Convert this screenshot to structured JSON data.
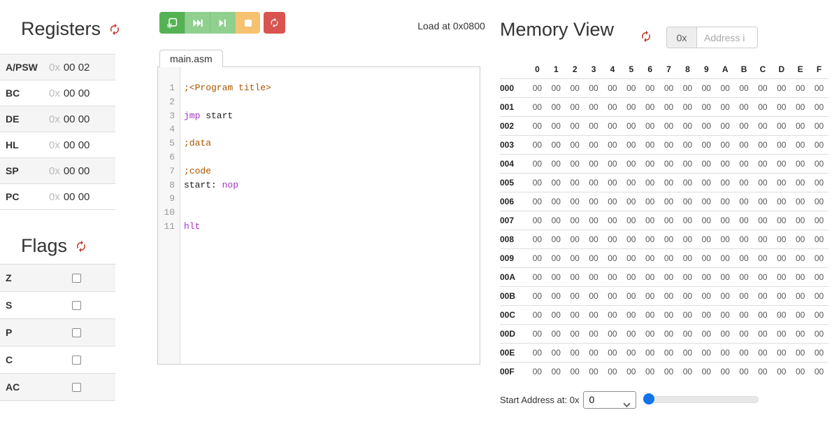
{
  "registers": {
    "title": "Registers",
    "prefix": "0x",
    "items": [
      {
        "name": "A/PSW",
        "value": "00 02"
      },
      {
        "name": "BC",
        "value": "00 00"
      },
      {
        "name": "DE",
        "value": "00 00"
      },
      {
        "name": "HL",
        "value": "00 00"
      },
      {
        "name": "SP",
        "value": "00 00"
      },
      {
        "name": "PC",
        "value": "00 00"
      }
    ]
  },
  "flags": {
    "title": "Flags",
    "items": [
      {
        "name": "Z",
        "checked": false
      },
      {
        "name": "S",
        "checked": false
      },
      {
        "name": "P",
        "checked": false
      },
      {
        "name": "C",
        "checked": false
      },
      {
        "name": "AC",
        "checked": false
      }
    ]
  },
  "toolbar": {
    "load_at_label": "Load at 0x0800",
    "buttons": [
      {
        "name": "assemble-and-run",
        "icon": "chip-gear-icon",
        "color": "#54b254",
        "grouped": true
      },
      {
        "name": "run-to-end",
        "icon": "fast-forward-icon",
        "color": "#8fd08f",
        "grouped": true
      },
      {
        "name": "step-next",
        "icon": "step-forward-icon",
        "color": "#8fd08f",
        "grouped": true
      },
      {
        "name": "stop",
        "icon": "stop-icon",
        "color": "#f5c271",
        "grouped": true
      },
      {
        "name": "reset",
        "icon": "refresh-icon",
        "color": "#d9534f",
        "grouped": false
      }
    ]
  },
  "editor": {
    "tab_label": "main.asm",
    "lines": [
      {
        "num": "1",
        "tokens": [
          {
            "type": "comment",
            "text": ";<Program title>"
          }
        ]
      },
      {
        "num": "2",
        "tokens": []
      },
      {
        "num": "3",
        "tokens": [
          {
            "type": "keyword",
            "text": "jmp"
          },
          {
            "type": "plain",
            "text": " start"
          }
        ]
      },
      {
        "num": "4",
        "tokens": []
      },
      {
        "num": "5",
        "tokens": [
          {
            "type": "comment",
            "text": ";data"
          }
        ]
      },
      {
        "num": "6",
        "tokens": []
      },
      {
        "num": "7",
        "tokens": [
          {
            "type": "comment",
            "text": ";code"
          }
        ]
      },
      {
        "num": "8",
        "tokens": [
          {
            "type": "plain",
            "text": "start: "
          },
          {
            "type": "keyword",
            "text": "nop"
          }
        ]
      },
      {
        "num": "9",
        "tokens": []
      },
      {
        "num": "10",
        "tokens": []
      },
      {
        "num": "11",
        "tokens": [
          {
            "type": "keyword",
            "text": "hlt"
          }
        ]
      }
    ]
  },
  "memory": {
    "title": "Memory View",
    "address_prefix": "0x",
    "address_placeholder": "Address i",
    "col_headers": [
      "0",
      "1",
      "2",
      "3",
      "4",
      "5",
      "6",
      "7",
      "8",
      "9",
      "A",
      "B",
      "C",
      "D",
      "E",
      "F"
    ],
    "rows": [
      {
        "addr": "000",
        "values": [
          "00",
          "00",
          "00",
          "00",
          "00",
          "00",
          "00",
          "00",
          "00",
          "00",
          "00",
          "00",
          "00",
          "00",
          "00",
          "00"
        ]
      },
      {
        "addr": "001",
        "values": [
          "00",
          "00",
          "00",
          "00",
          "00",
          "00",
          "00",
          "00",
          "00",
          "00",
          "00",
          "00",
          "00",
          "00",
          "00",
          "00"
        ]
      },
      {
        "addr": "002",
        "values": [
          "00",
          "00",
          "00",
          "00",
          "00",
          "00",
          "00",
          "00",
          "00",
          "00",
          "00",
          "00",
          "00",
          "00",
          "00",
          "00"
        ]
      },
      {
        "addr": "003",
        "values": [
          "00",
          "00",
          "00",
          "00",
          "00",
          "00",
          "00",
          "00",
          "00",
          "00",
          "00",
          "00",
          "00",
          "00",
          "00",
          "00"
        ]
      },
      {
        "addr": "004",
        "values": [
          "00",
          "00",
          "00",
          "00",
          "00",
          "00",
          "00",
          "00",
          "00",
          "00",
          "00",
          "00",
          "00",
          "00",
          "00",
          "00"
        ]
      },
      {
        "addr": "005",
        "values": [
          "00",
          "00",
          "00",
          "00",
          "00",
          "00",
          "00",
          "00",
          "00",
          "00",
          "00",
          "00",
          "00",
          "00",
          "00",
          "00"
        ]
      },
      {
        "addr": "006",
        "values": [
          "00",
          "00",
          "00",
          "00",
          "00",
          "00",
          "00",
          "00",
          "00",
          "00",
          "00",
          "00",
          "00",
          "00",
          "00",
          "00"
        ]
      },
      {
        "addr": "007",
        "values": [
          "00",
          "00",
          "00",
          "00",
          "00",
          "00",
          "00",
          "00",
          "00",
          "00",
          "00",
          "00",
          "00",
          "00",
          "00",
          "00"
        ]
      },
      {
        "addr": "008",
        "values": [
          "00",
          "00",
          "00",
          "00",
          "00",
          "00",
          "00",
          "00",
          "00",
          "00",
          "00",
          "00",
          "00",
          "00",
          "00",
          "00"
        ]
      },
      {
        "addr": "009",
        "values": [
          "00",
          "00",
          "00",
          "00",
          "00",
          "00",
          "00",
          "00",
          "00",
          "00",
          "00",
          "00",
          "00",
          "00",
          "00",
          "00"
        ]
      },
      {
        "addr": "00A",
        "values": [
          "00",
          "00",
          "00",
          "00",
          "00",
          "00",
          "00",
          "00",
          "00",
          "00",
          "00",
          "00",
          "00",
          "00",
          "00",
          "00"
        ]
      },
      {
        "addr": "00B",
        "values": [
          "00",
          "00",
          "00",
          "00",
          "00",
          "00",
          "00",
          "00",
          "00",
          "00",
          "00",
          "00",
          "00",
          "00",
          "00",
          "00"
        ]
      },
      {
        "addr": "00C",
        "values": [
          "00",
          "00",
          "00",
          "00",
          "00",
          "00",
          "00",
          "00",
          "00",
          "00",
          "00",
          "00",
          "00",
          "00",
          "00",
          "00"
        ]
      },
      {
        "addr": "00D",
        "values": [
          "00",
          "00",
          "00",
          "00",
          "00",
          "00",
          "00",
          "00",
          "00",
          "00",
          "00",
          "00",
          "00",
          "00",
          "00",
          "00"
        ]
      },
      {
        "addr": "00E",
        "values": [
          "00",
          "00",
          "00",
          "00",
          "00",
          "00",
          "00",
          "00",
          "00",
          "00",
          "00",
          "00",
          "00",
          "00",
          "00",
          "00"
        ]
      },
      {
        "addr": "00F",
        "values": [
          "00",
          "00",
          "00",
          "00",
          "00",
          "00",
          "00",
          "00",
          "00",
          "00",
          "00",
          "00",
          "00",
          "00",
          "00",
          "00"
        ]
      }
    ],
    "start_address": {
      "label": "Start Address at: 0x",
      "selected": "0"
    }
  },
  "colors": {
    "refresh_accent": "#c0392b",
    "run_button": "#54b254",
    "step_buttons": "#8fd08f",
    "stop_button": "#f5c271",
    "reset_button": "#d9534f",
    "slider_thumb": "#1273eb",
    "syntax_comment": "#aa5500",
    "syntax_keyword": "#a333c8"
  }
}
